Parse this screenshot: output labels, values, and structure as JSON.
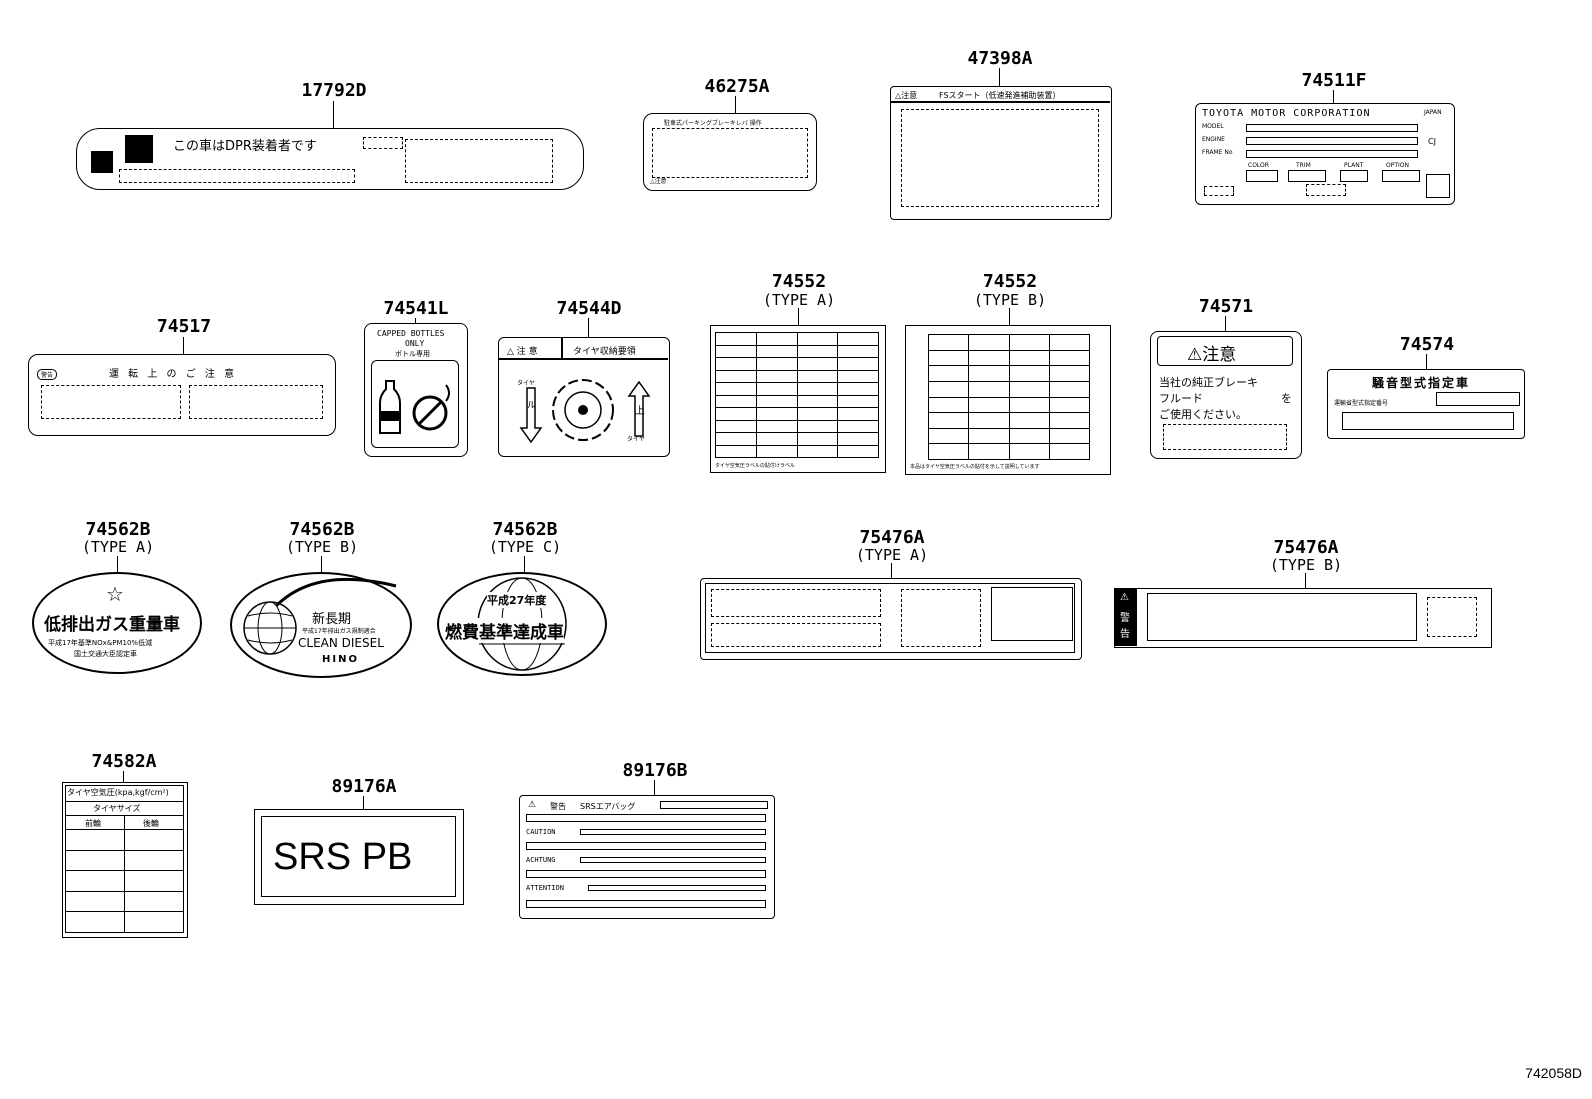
{
  "parts": {
    "p17792d": {
      "number": "17792D",
      "text": "この車はDPR装着者です"
    },
    "p46275a": {
      "number": "46275A",
      "header": "駐車式パーキングブレーキレバ 操作",
      "warn": "△注意"
    },
    "p47398a": {
      "number": "47398A",
      "warn": "△注意",
      "header": "FSスタート（低速発進補助装置）"
    },
    "p74511f": {
      "number": "74511F",
      "maker": "TOYOTA MOTOR CORPORATION",
      "country": "JAPAN",
      "rows": [
        "MODEL",
        "ENGINE",
        "FRAME No"
      ],
      "side": "CJ",
      "cols": [
        "COLOR",
        "TRIM",
        "PLANT",
        "OPTION"
      ]
    },
    "p74517": {
      "number": "74517",
      "badge": "警告",
      "title": "運 転 上 の ご 注 意"
    },
    "p74541l": {
      "number": "74541L",
      "line1": "CAPPED BOTTLES",
      "line2": "ONLY",
      "line3": "ボトル専用"
    },
    "p74544d": {
      "number": "74544D",
      "warn": "△ 注 意",
      "title": "タイヤ収納要領",
      "arrow_left": "タイヤ",
      "arrow_right": "タイヤ",
      "up": "上",
      "turn": "ル"
    },
    "p74552a": {
      "number": "74552",
      "type": "(TYPE A)",
      "footer": "タイヤ空気圧ラベルの貼付けラベル"
    },
    "p74552b": {
      "number": "74552",
      "type": "(TYPE B)",
      "footer": "本品はタイヤ空気圧ラベルの貼付を示して説明しています"
    },
    "p74571": {
      "number": "74571",
      "title": "⚠注意",
      "line1": "当社の純正ブレーキ",
      "line2": "フルード",
      "line2b": "を",
      "line3": "ご使用ください。"
    },
    "p74574": {
      "number": "74574",
      "title": "騒音型式指定車",
      "sub": "運輸省型式指定番号"
    },
    "p74562ba": {
      "number": "74562B",
      "type": "(TYPE A)",
      "star": "☆",
      "title": "低排出ガス重量車",
      "line1": "平成17年基準NOx&PM10%低減",
      "line2": "国土交通大臣認定車"
    },
    "p74562bb": {
      "number": "74562B",
      "type": "(TYPE B)",
      "title": "新長期",
      "sub": "平成17年排出ガス規制適合",
      "brand": "CLEAN DIESEL",
      "maker": "HINO"
    },
    "p74562bc": {
      "number": "74562B",
      "type": "(TYPE C)",
      "line1": "平成27年度",
      "title": "燃費基準達成車"
    },
    "p75476aa": {
      "number": "75476A",
      "type": "(TYPE A)"
    },
    "p75476ab": {
      "number": "75476A",
      "type": "(TYPE B)",
      "side1": "⚠",
      "side2": "警",
      "side3": "告"
    },
    "p74582a": {
      "number": "74582A",
      "title": "タイヤ空気圧(kpa,kgf/cm²)",
      "sub": "タイヤサイズ",
      "col1": "前輪",
      "col2": "後輪"
    },
    "p89176a": {
      "number": "89176A",
      "text": "SRS PB"
    },
    "p89176b": {
      "number": "89176B",
      "warn": "警告",
      "header": "SRSエアバッグ",
      "lang": [
        "CAUTION",
        "ACHTUNG",
        "ATTENTION"
      ]
    }
  },
  "catalog_number": "742058D"
}
